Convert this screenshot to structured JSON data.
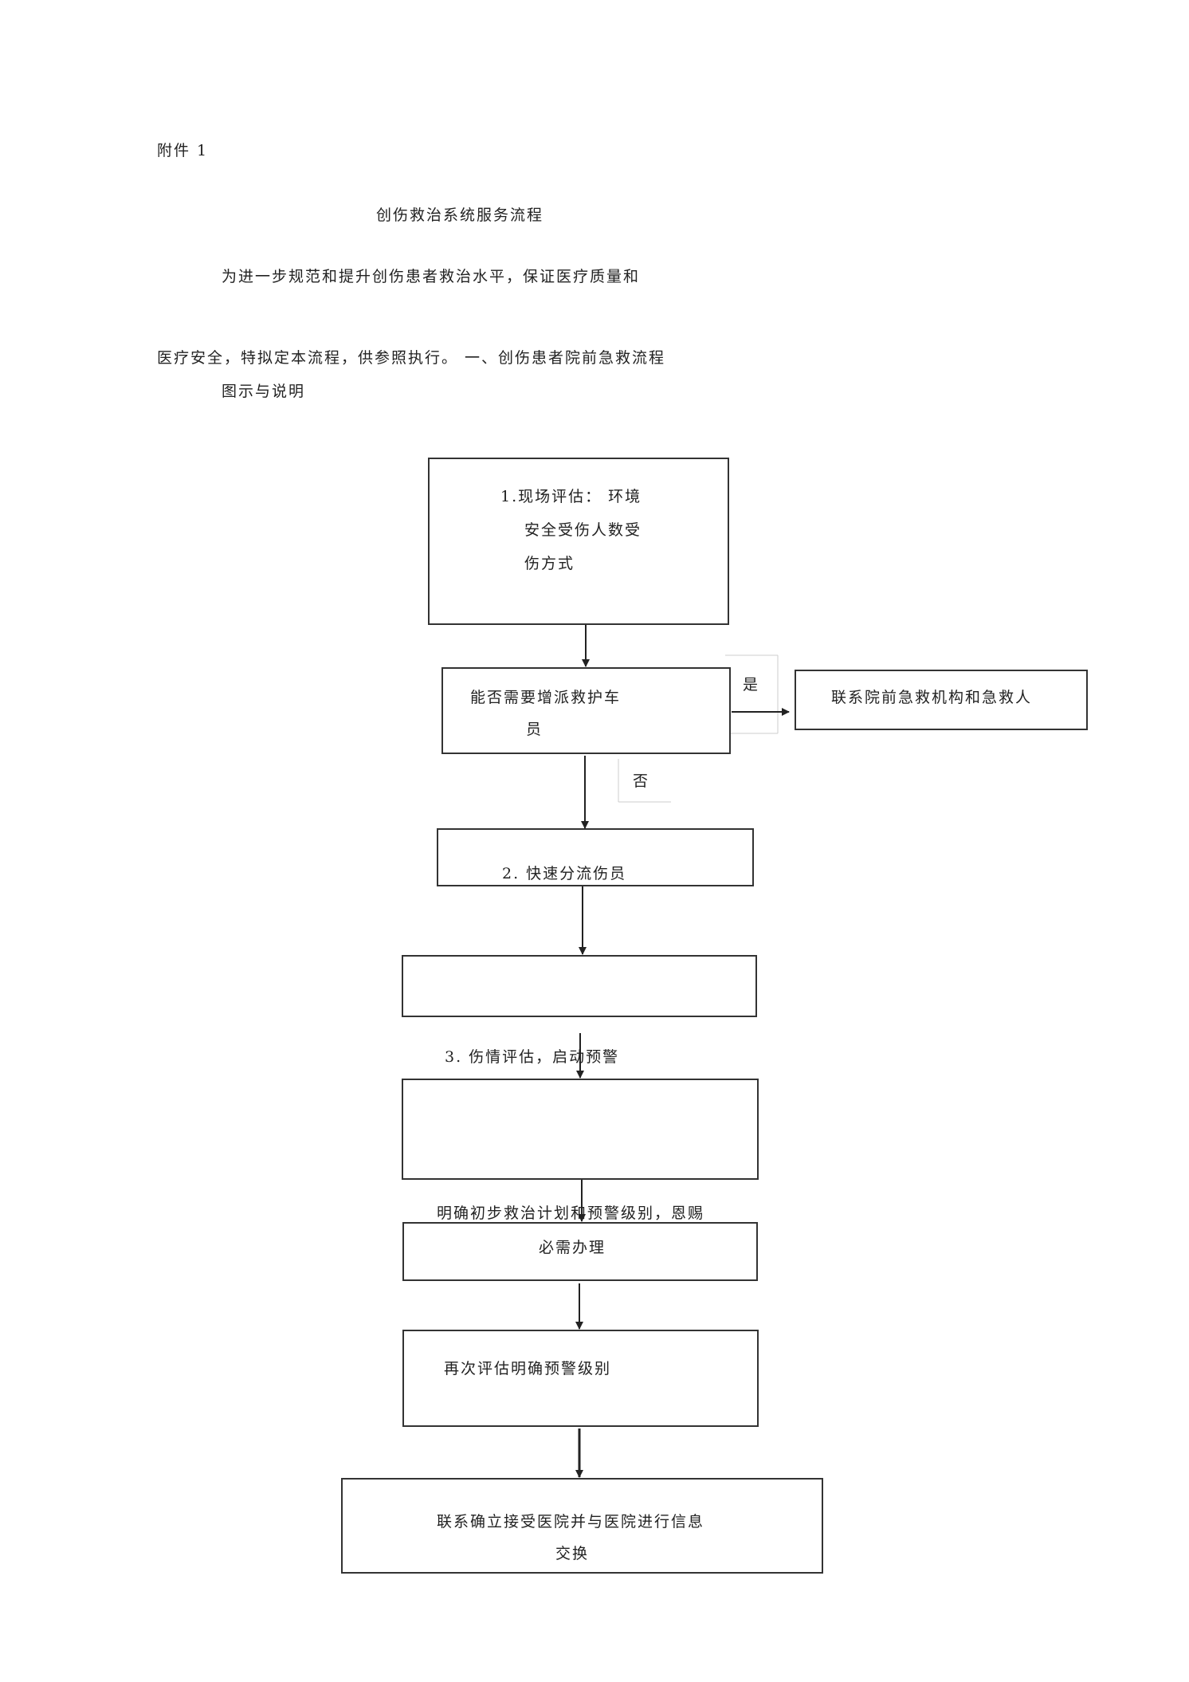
{
  "header": {
    "attachment_label": "附件 1",
    "title": "创伤救治系统服务流程"
  },
  "intro": {
    "line1": "为进一步规范和提升创伤患者救治水平，保证医疗质量和",
    "line2": "医疗安全，特拟定本流程，供参照执行。  一、创伤患者院前急救流程",
    "line3": "图示与说明"
  },
  "flowchart": {
    "step1": {
      "lines": [
        "1.现场评估：  环境",
        "安全受伤人数受",
        "伤方式"
      ]
    },
    "decision": {
      "lines": [
        "能否需要增派救护车",
        "员"
      ]
    },
    "yes_label": "是",
    "no_label": "否",
    "yes_target": "联系院前急救机构和急救人",
    "step2": "2. 快速分流伤员",
    "step3_label": "3. 伤情评估，启动预警",
    "step4_label": "明确初步救治计划和预警级别，恩赐",
    "step4_box": "必需办理",
    "step5": "再次评估明确预警级别",
    "step6": {
      "lines": [
        "联系确立接受医院并与医院进行信息",
        "交换"
      ]
    }
  }
}
